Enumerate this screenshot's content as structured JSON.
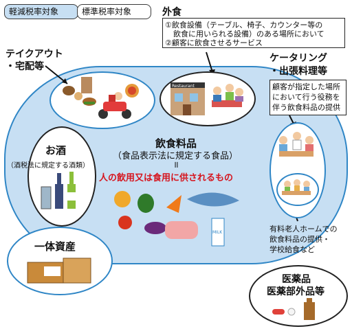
{
  "legend": {
    "reduced": "軽減税率対象",
    "standard": "標準税率対象"
  },
  "dining": {
    "title": "外食",
    "line1": "①飲食設備（テーブル、椅子、カウンター等の",
    "line2": "飲食に用いられる設備）のある場所において",
    "line3": "②顧客に飲食させるサービス",
    "sign": "Restaurant"
  },
  "takeout": {
    "title1": "テイクアウト",
    "title2": "・宅配等"
  },
  "catering": {
    "title1": "ケータリング",
    "title2": "・出張料理等",
    "line1": "顧客が指定した場所",
    "line2": "において行う役務を",
    "line3": "伴う飲食料品の提供"
  },
  "liquor": {
    "title": "お酒",
    "sub": "（酒税法に規定する酒類）"
  },
  "food": {
    "title": "飲食料品",
    "sub": "（食品表示法に規定する食品）",
    "equals": "॥",
    "def": "人の飲用又は食用に供されるもの",
    "milk": "MILK"
  },
  "bundle": {
    "title": "一体資産"
  },
  "nursing": {
    "line1": "有料老人ホームでの",
    "line2": "飲食料品の提供・",
    "line3": "学校給食など"
  },
  "medicine": {
    "title1": "医薬品",
    "title2": "医薬部外品等"
  },
  "colors": {
    "reduced_area": "#c7dff3",
    "outline": "#2f86c6",
    "emphasis": "#d6141d"
  }
}
